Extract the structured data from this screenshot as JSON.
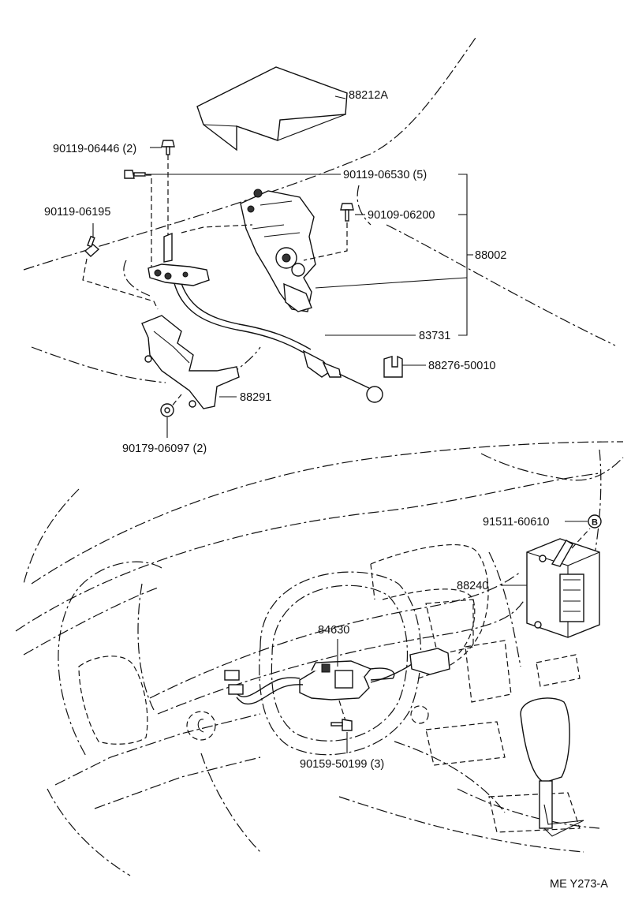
{
  "parts": {
    "p88212A": "88212A",
    "p9011906446": "90119-06446 (2)",
    "p9011906530": "90119-06530 (5)",
    "p9011906195": "90119-06195",
    "p9010906200": "90109-06200",
    "p88002": "88002",
    "p83731": "83731",
    "p8827650010": "88276-50010",
    "p88291": "88291",
    "p9017906097": "90179-06097 (2)",
    "p9151160610": "91511-60610",
    "p88240": "88240",
    "p84630": "84630",
    "p9015950199": "90159-50199 (3)"
  },
  "callout_b": "B",
  "figure_code": "ME Y273-A"
}
